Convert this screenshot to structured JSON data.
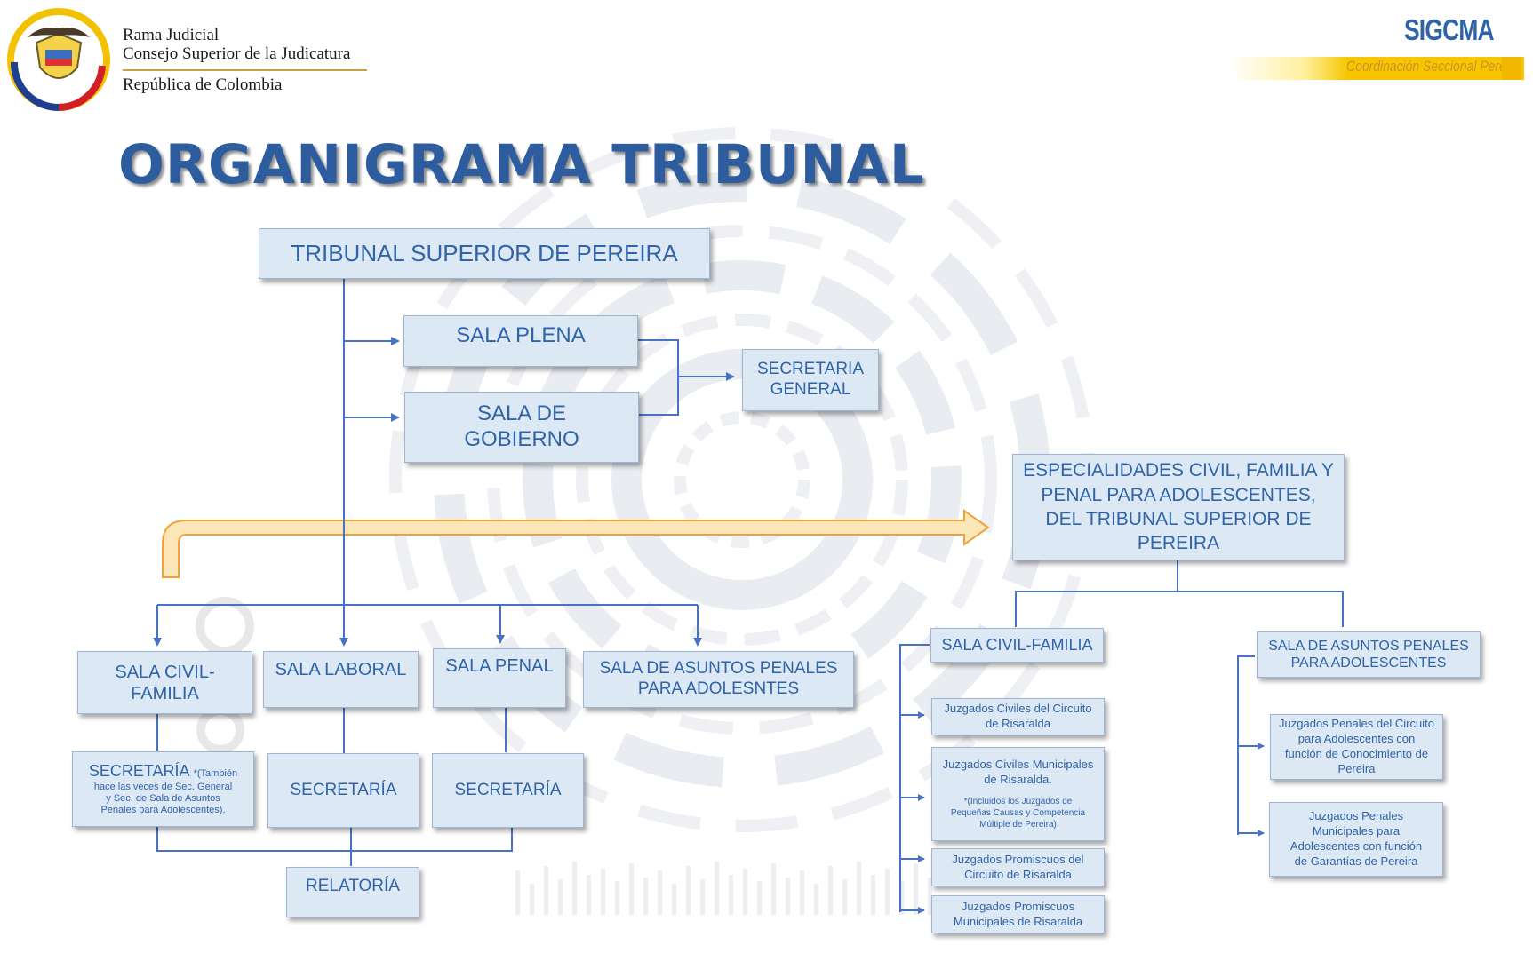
{
  "header": {
    "org_line1": "Rama Judicial",
    "org_line2": "Consejo Superior de la Judicatura",
    "org_line3": "República de Colombia",
    "brand": "SIGCMA",
    "brand_subtitle": "Coordinación Seccional Pereira"
  },
  "title": "ORGANIGRAMA TRIBUNAL",
  "nodes": {
    "tribunal": "TRIBUNAL SUPERIOR DE PEREIRA",
    "sala_plena": "SALA PLENA",
    "sala_gobierno_1": "SALA DE",
    "sala_gobierno_2": "GOBIERNO",
    "secretaria_general_1": "SECRETARIA",
    "secretaria_general_2": "GENERAL",
    "especialidades_1": "ESPECIALIDADES CIVIL, FAMILIA Y",
    "especialidades_2": "PENAL PARA ADOLESCENTES,",
    "especialidades_3": "DEL TRIBUNAL SUPERIOR DE",
    "especialidades_4": "PEREIRA",
    "sala_civil_familia_1": "SALA CIVIL-",
    "sala_civil_familia_2": "FAMILIA",
    "sala_laboral": "SALA LABORAL",
    "sala_penal": "SALA PENAL",
    "sala_asuntos_penales_1": "SALA DE ASUNTOS PENALES",
    "sala_asuntos_penales_2": "PARA ADOLESNTES",
    "secretaria_civil_main": "SECRETARÍA",
    "secretaria_civil_note_a": "*(También",
    "secretaria_civil_note_b": "hace las veces de Sec. General",
    "secretaria_civil_note_c": "y Sec. de Sala de Asuntos",
    "secretaria_civil_note_d": "Penales para Adolescentes).",
    "secretaria_laboral": "SECRETARÍA",
    "secretaria_penal": "SECRETARÍA",
    "relatoria": "RELATORÍA",
    "esp_sala_civil_familia": "SALA CIVIL-FAMILIA",
    "esp_sala_asuntos_penales_1": "SALA DE ASUNTOS PENALES",
    "esp_sala_asuntos_penales_2": "PARA ADOLESCENTES",
    "juzgados_civiles_circuito_1": "Juzgados Civiles del Circuito",
    "juzgados_civiles_circuito_2": "de Risaralda",
    "juzgados_civiles_municipales_1": "Juzgados Civiles Municipales",
    "juzgados_civiles_municipales_2": "de Risaralda.",
    "juzgados_civiles_municipales_note_1": "*(Incluidos los Juzgados de",
    "juzgados_civiles_municipales_note_2": "Pequeñas Causas y Competencia",
    "juzgados_civiles_municipales_note_3": "Múltiple de Pereira)",
    "juzgados_promiscuos_circuito_1": "Juzgados Promiscuos del",
    "juzgados_promiscuos_circuito_2": "Circuito de Risaralda",
    "juzgados_promiscuos_municipales_1": "Juzgados Promiscuos",
    "juzgados_promiscuos_municipales_2": "Municipales de Risaralda",
    "juzgados_penales_circuito_1": "Juzgados Penales del Circuito",
    "juzgados_penales_circuito_2": "para Adolescentes con",
    "juzgados_penales_circuito_3": "función de Conocimiento de",
    "juzgados_penales_circuito_4": "Pereira",
    "juzgados_penales_municipales_1": "Juzgados Penales",
    "juzgados_penales_municipales_2": "Municipales para",
    "juzgados_penales_municipales_3": "Adolescentes con función",
    "juzgados_penales_municipales_4": "de Garantías de Pereira"
  },
  "colors": {
    "node_fill": "#dde8f5",
    "node_text": "#2f64a8",
    "connector": "#4a72c4",
    "title": "#2d5d9f",
    "arrow_fill": "#fde6b8",
    "arrow_stroke": "#f0a23a"
  }
}
